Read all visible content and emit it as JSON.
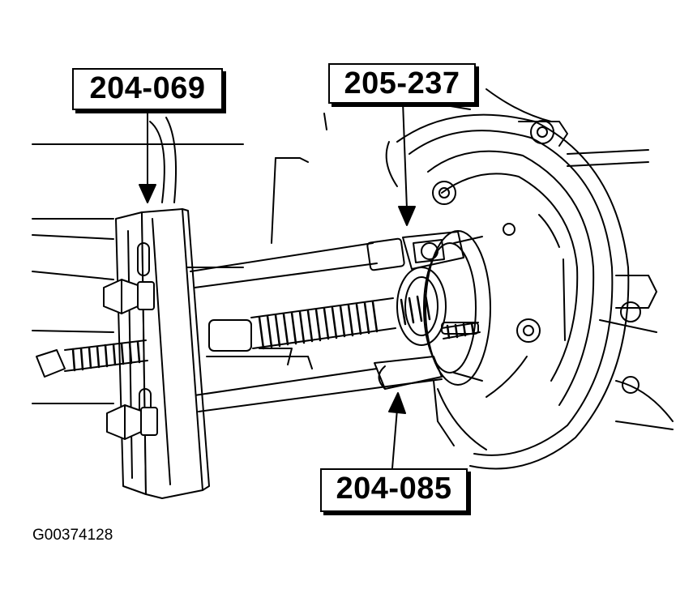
{
  "callouts": {
    "puller": "204-069",
    "hub_adapter": "205-237",
    "extension": "204-085"
  },
  "figure_id": "G00374128",
  "colors": {
    "ink": "#000000",
    "paper": "#ffffff"
  }
}
